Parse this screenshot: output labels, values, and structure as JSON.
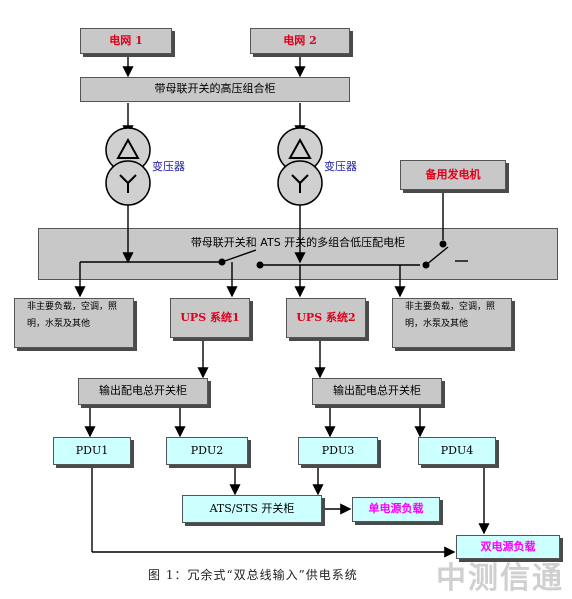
{
  "grid1": "电网 1",
  "grid2": "电网 2",
  "hv_cabinet": "带母联开关的高压组合柜",
  "transformer1": "变压器",
  "transformer2": "变压器",
  "backup_generator": "备用发电机",
  "lv_cabinet": "带母联开关和 ATS 开关的多组合低压配电柜",
  "nonessential_load_left": [
    "非主要负载，空调，照",
    "明，水泵及其他"
  ],
  "ups1": "UPS 系统1",
  "ups2": "UPS 系统2",
  "nonessential_load_right": [
    "非主要负载，空调，照",
    "明，水泵及其他"
  ],
  "output_cabinet1": "输出配电总开关柜",
  "output_cabinet2": "输出配电总开关柜",
  "pdu1": "PDU1",
  "pdu2": "PDU2",
  "pdu3": "PDU3",
  "pdu4": "PDU4",
  "ats_sts": "ATS/STS 开关柜",
  "single_load": "单电源负载",
  "dual_load": "双电源负载",
  "caption": "图 1：冗余式“双总线输入”供电系统",
  "watermark": "中测信通",
  "colors": {
    "box_fill": "#c8c8c8",
    "pdu_fill": "#ccffff",
    "red_text": "#e0001b",
    "magenta_text": "#ff00ff"
  }
}
